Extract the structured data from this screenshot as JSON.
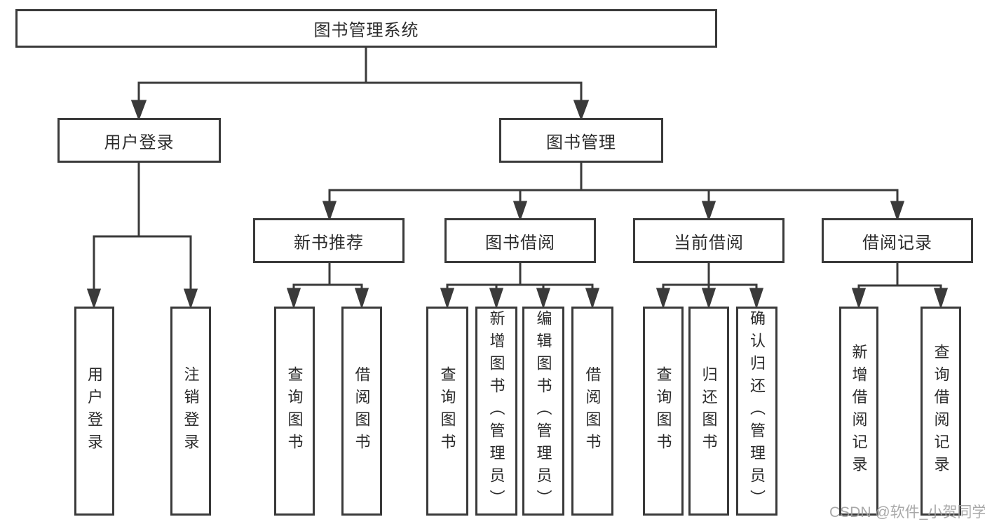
{
  "diagram": {
    "root": {
      "label": "图书管理系统"
    },
    "level2": [
      {
        "label": "用户登录"
      },
      {
        "label": "图书管理"
      }
    ],
    "level3": [
      {
        "label": "新书推荐"
      },
      {
        "label": "图书借阅"
      },
      {
        "label": "当前借阅"
      },
      {
        "label": "借阅记录"
      }
    ],
    "leaves": [
      {
        "label": "用户登录"
      },
      {
        "label": "注销登录"
      },
      {
        "label": "查询图书"
      },
      {
        "label": "借阅图书"
      },
      {
        "label": "查询图书"
      },
      {
        "label": "新增图书（管理员）"
      },
      {
        "label": "编辑图书（管理员）"
      },
      {
        "label": "借阅图书"
      },
      {
        "label": "查询图书"
      },
      {
        "label": "归还图书"
      },
      {
        "label": "确认归还（管理员）"
      },
      {
        "label": "新增借阅记录"
      },
      {
        "label": "查询借阅记录"
      }
    ],
    "line_color": "#3a3a3a",
    "text_color": "#2b2b2b"
  },
  "watermark": {
    "text": "CSDN @软件_小贺同学",
    "color": "#9e9e9e"
  }
}
